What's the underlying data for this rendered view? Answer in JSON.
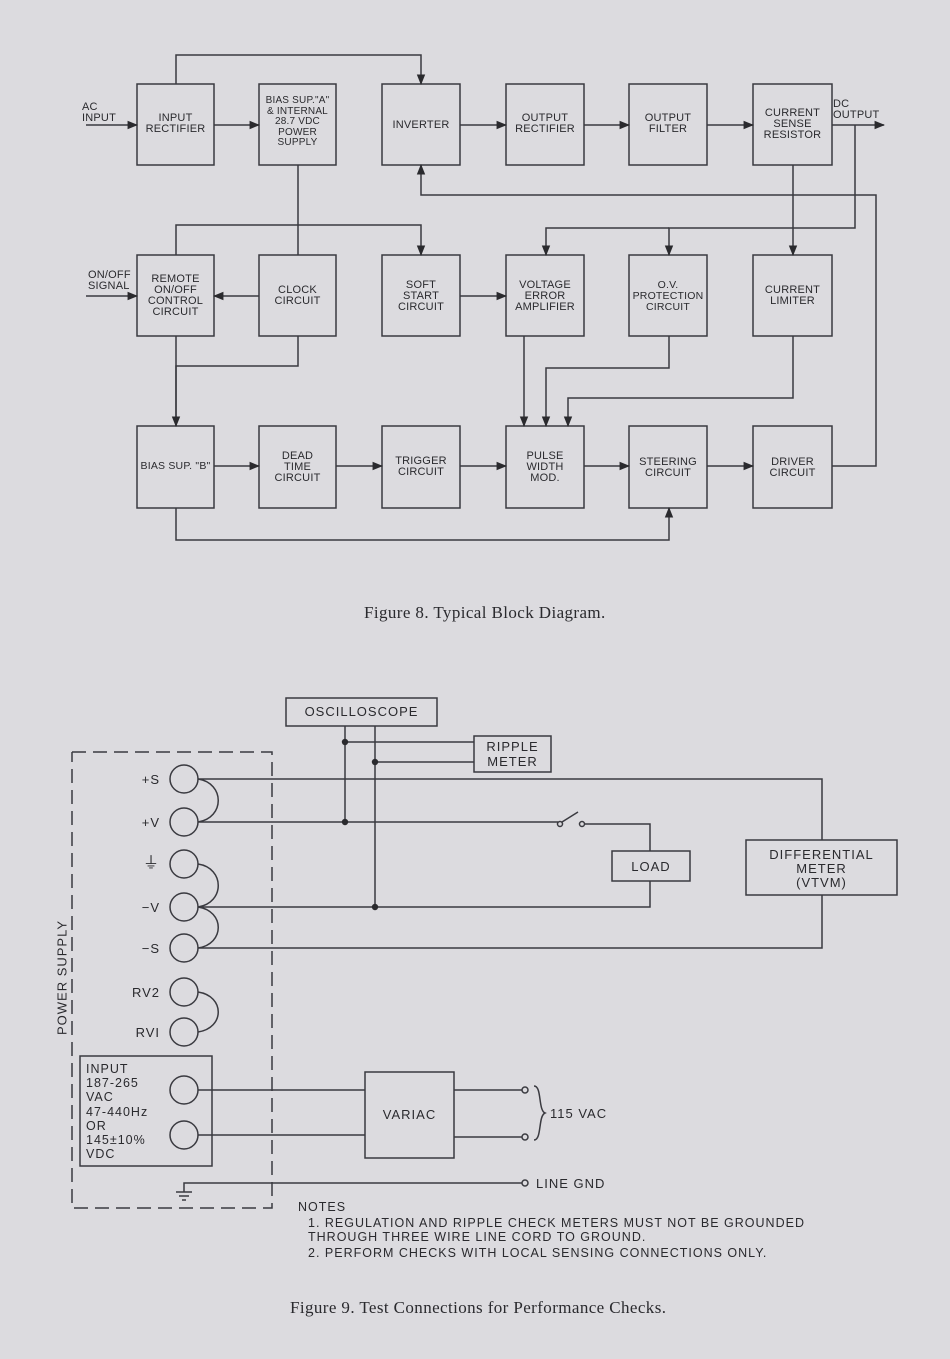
{
  "figure8": {
    "caption": "Figure 8.   Typical Block Diagram.",
    "blocks": {
      "input_rectifier": "INPUT\nRECTIFIER",
      "bias_sup_a": "BIAS SUP.\"A\"\n& INTERNAL\n28.7 VDC\nPOWER\nSUPPLY",
      "inverter": "INVERTER",
      "output_rectifier": "OUTPUT\nRECTIFIER",
      "output_filter": "OUTPUT\nFILTER",
      "current_sense": "CURRENT\nSENSE\nRESISTOR",
      "remote_onoff": "REMOTE\nON/OFF\nCONTROL\nCIRCUIT",
      "clock": "CLOCK\nCIRCUIT",
      "soft_start": "SOFT\nSTART\nCIRCUIT",
      "voltage_error": "VOLTAGE\nERROR\nAMPLIFIER",
      "ov_protection": "O.V.\nPROTECTION\nCIRCUIT",
      "current_limiter": "CURRENT\nLIMITER",
      "bias_sup_b": "BIAS SUP. \"B\"",
      "dead_time": "DEAD\nTIME\nCIRCUIT",
      "trigger": "TRIGGER\nCIRCUIT",
      "pwm": "PULSE\nWIDTH\nMOD.",
      "steering": "STEERING\nCIRCUIT",
      "driver": "DRIVER\nCIRCUIT"
    },
    "signals": {
      "ac_input": "AC\nINPUT",
      "dc_output": "DC\nOUTPUT",
      "onoff_signal": "ON/OFF\nSIGNAL"
    }
  },
  "figure9": {
    "caption": "Figure 9.   Test Connections for Performance Checks.",
    "oscilloscope": "OSCILLOSCOPE",
    "ripple_meter": "RIPPLE\nMETER",
    "load": "LOAD",
    "differential_meter": "DIFFERENTIAL\nMETER\n(VTVM)",
    "variac": "VARIAC",
    "power_supply": "POWER SUPPLY",
    "terminals": {
      "plus_s": "+S",
      "plus_v": "+V",
      "ground": "⏚",
      "minus_v": "−V",
      "minus_s": "−S",
      "rv2": "RV2",
      "rv1": "RVI"
    },
    "input_spec": "INPUT\n187-265\nVAC\n47-440Hz\nOR\n145±10%\nVDC",
    "vac_115": "115 VAC",
    "line_gnd": "LINE GND",
    "notes_title": "NOTES",
    "notes": [
      "1. REGULATION AND RIPPLE CHECK METERS MUST NOT BE GROUNDED\n    THROUGH THREE WIRE LINE CORD TO GROUND.",
      "2. PERFORM CHECKS WITH LOCAL SENSING CONNECTIONS ONLY."
    ]
  }
}
